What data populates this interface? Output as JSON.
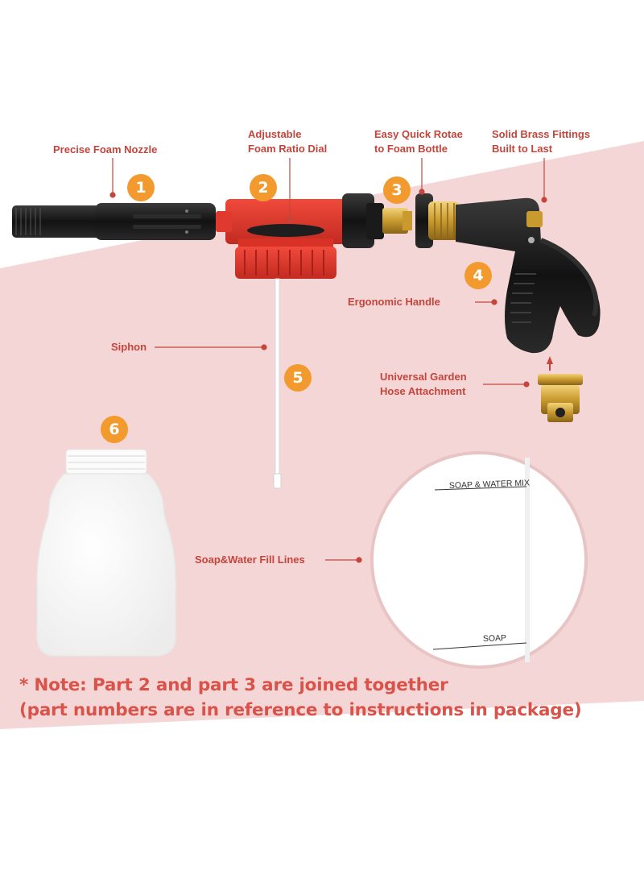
{
  "labels": {
    "precise_foam_nozzle": "Precise Foam Nozzle",
    "adjustable_dial_line1": "Adjustable",
    "adjustable_dial_line2": "Foam Ratio Dial",
    "quick_rotate_line1": "Easy Quick Rotae",
    "quick_rotate_line2": "to Foam Bottle",
    "brass_line1": "Solid Brass Fittings",
    "brass_line2": "Built to Last",
    "ergonomic_handle": "Ergonomic Handle",
    "siphon": "Siphon",
    "hose_line1": "Universal Garden",
    "hose_line2": "Hose Attachment",
    "fill_lines": "Soap&Water Fill Lines"
  },
  "badges": [
    "1",
    "2",
    "3",
    "4",
    "5",
    "6"
  ],
  "bottle_markings": {
    "top": "SOAP & WATER MIX",
    "bottom": "SOAP"
  },
  "note": {
    "line1": "* Note: Part 2 and part 3 are joined together",
    "line2": "(part numbers are in reference to instructions in package)"
  },
  "colors": {
    "background_band": "#f5d6d6",
    "label_text": "#c4453c",
    "badge": "#f39a2e",
    "note_text": "#d9534a",
    "red_part": "#e2382c",
    "brass": "#d4a73a"
  }
}
